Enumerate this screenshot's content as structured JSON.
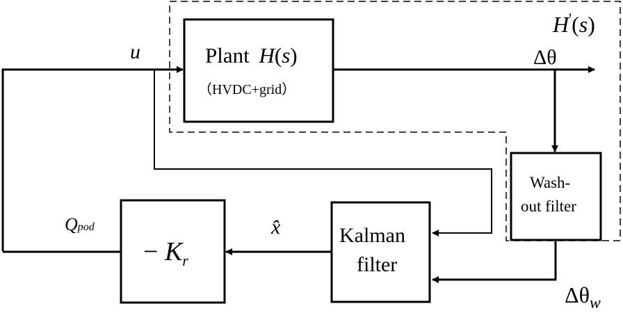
{
  "blocks": {
    "plant": {
      "title": "Plant",
      "func": "H",
      "arg": "s",
      "subtitle": "（HVDC+grid）"
    },
    "washout": {
      "line1": "Wash-",
      "line2": "out filter"
    },
    "kalman": {
      "line1": "Kalman",
      "line2": "filter"
    },
    "gain": {
      "sign": "−",
      "symbol": "K",
      "sub": "r"
    }
  },
  "signals": {
    "u": "u",
    "delta_theta": "Δθ",
    "delta_theta_w": {
      "base": "Δθ",
      "sub": "w"
    },
    "x_hat": "x̂",
    "q_pod": {
      "base": "Q",
      "sub": "pod"
    }
  },
  "group": {
    "label_func": "H",
    "prime": "'",
    "arg": "s"
  }
}
